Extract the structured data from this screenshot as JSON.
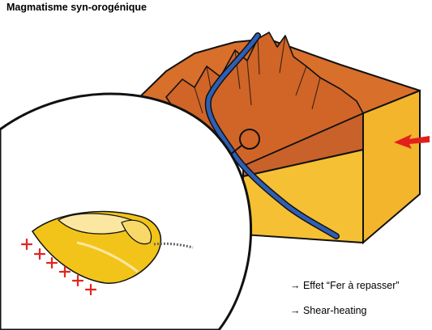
{
  "title": "Magmatisme syn-orogénique",
  "notes": [
    "→ Effet “Fer à repasser”",
    "→ Shear-heating"
  ],
  "colors": {
    "crust_top": "#d86f2b",
    "crust_ridge": "#c25e23",
    "mantle": "#f6c034",
    "mantle_side": "#e6a825",
    "magma_channel": "#2f5fb4",
    "arrow": "#e21f1b",
    "iron_body": "#f2c419",
    "iron_highlight": "#fbe7a1",
    "heat_marks": "#e32420",
    "outline": "#111111"
  },
  "icons": [
    "compression-arrow-icon",
    "flat-iron-icon",
    "heat-plus-icon",
    "zoom-circle-icon"
  ]
}
